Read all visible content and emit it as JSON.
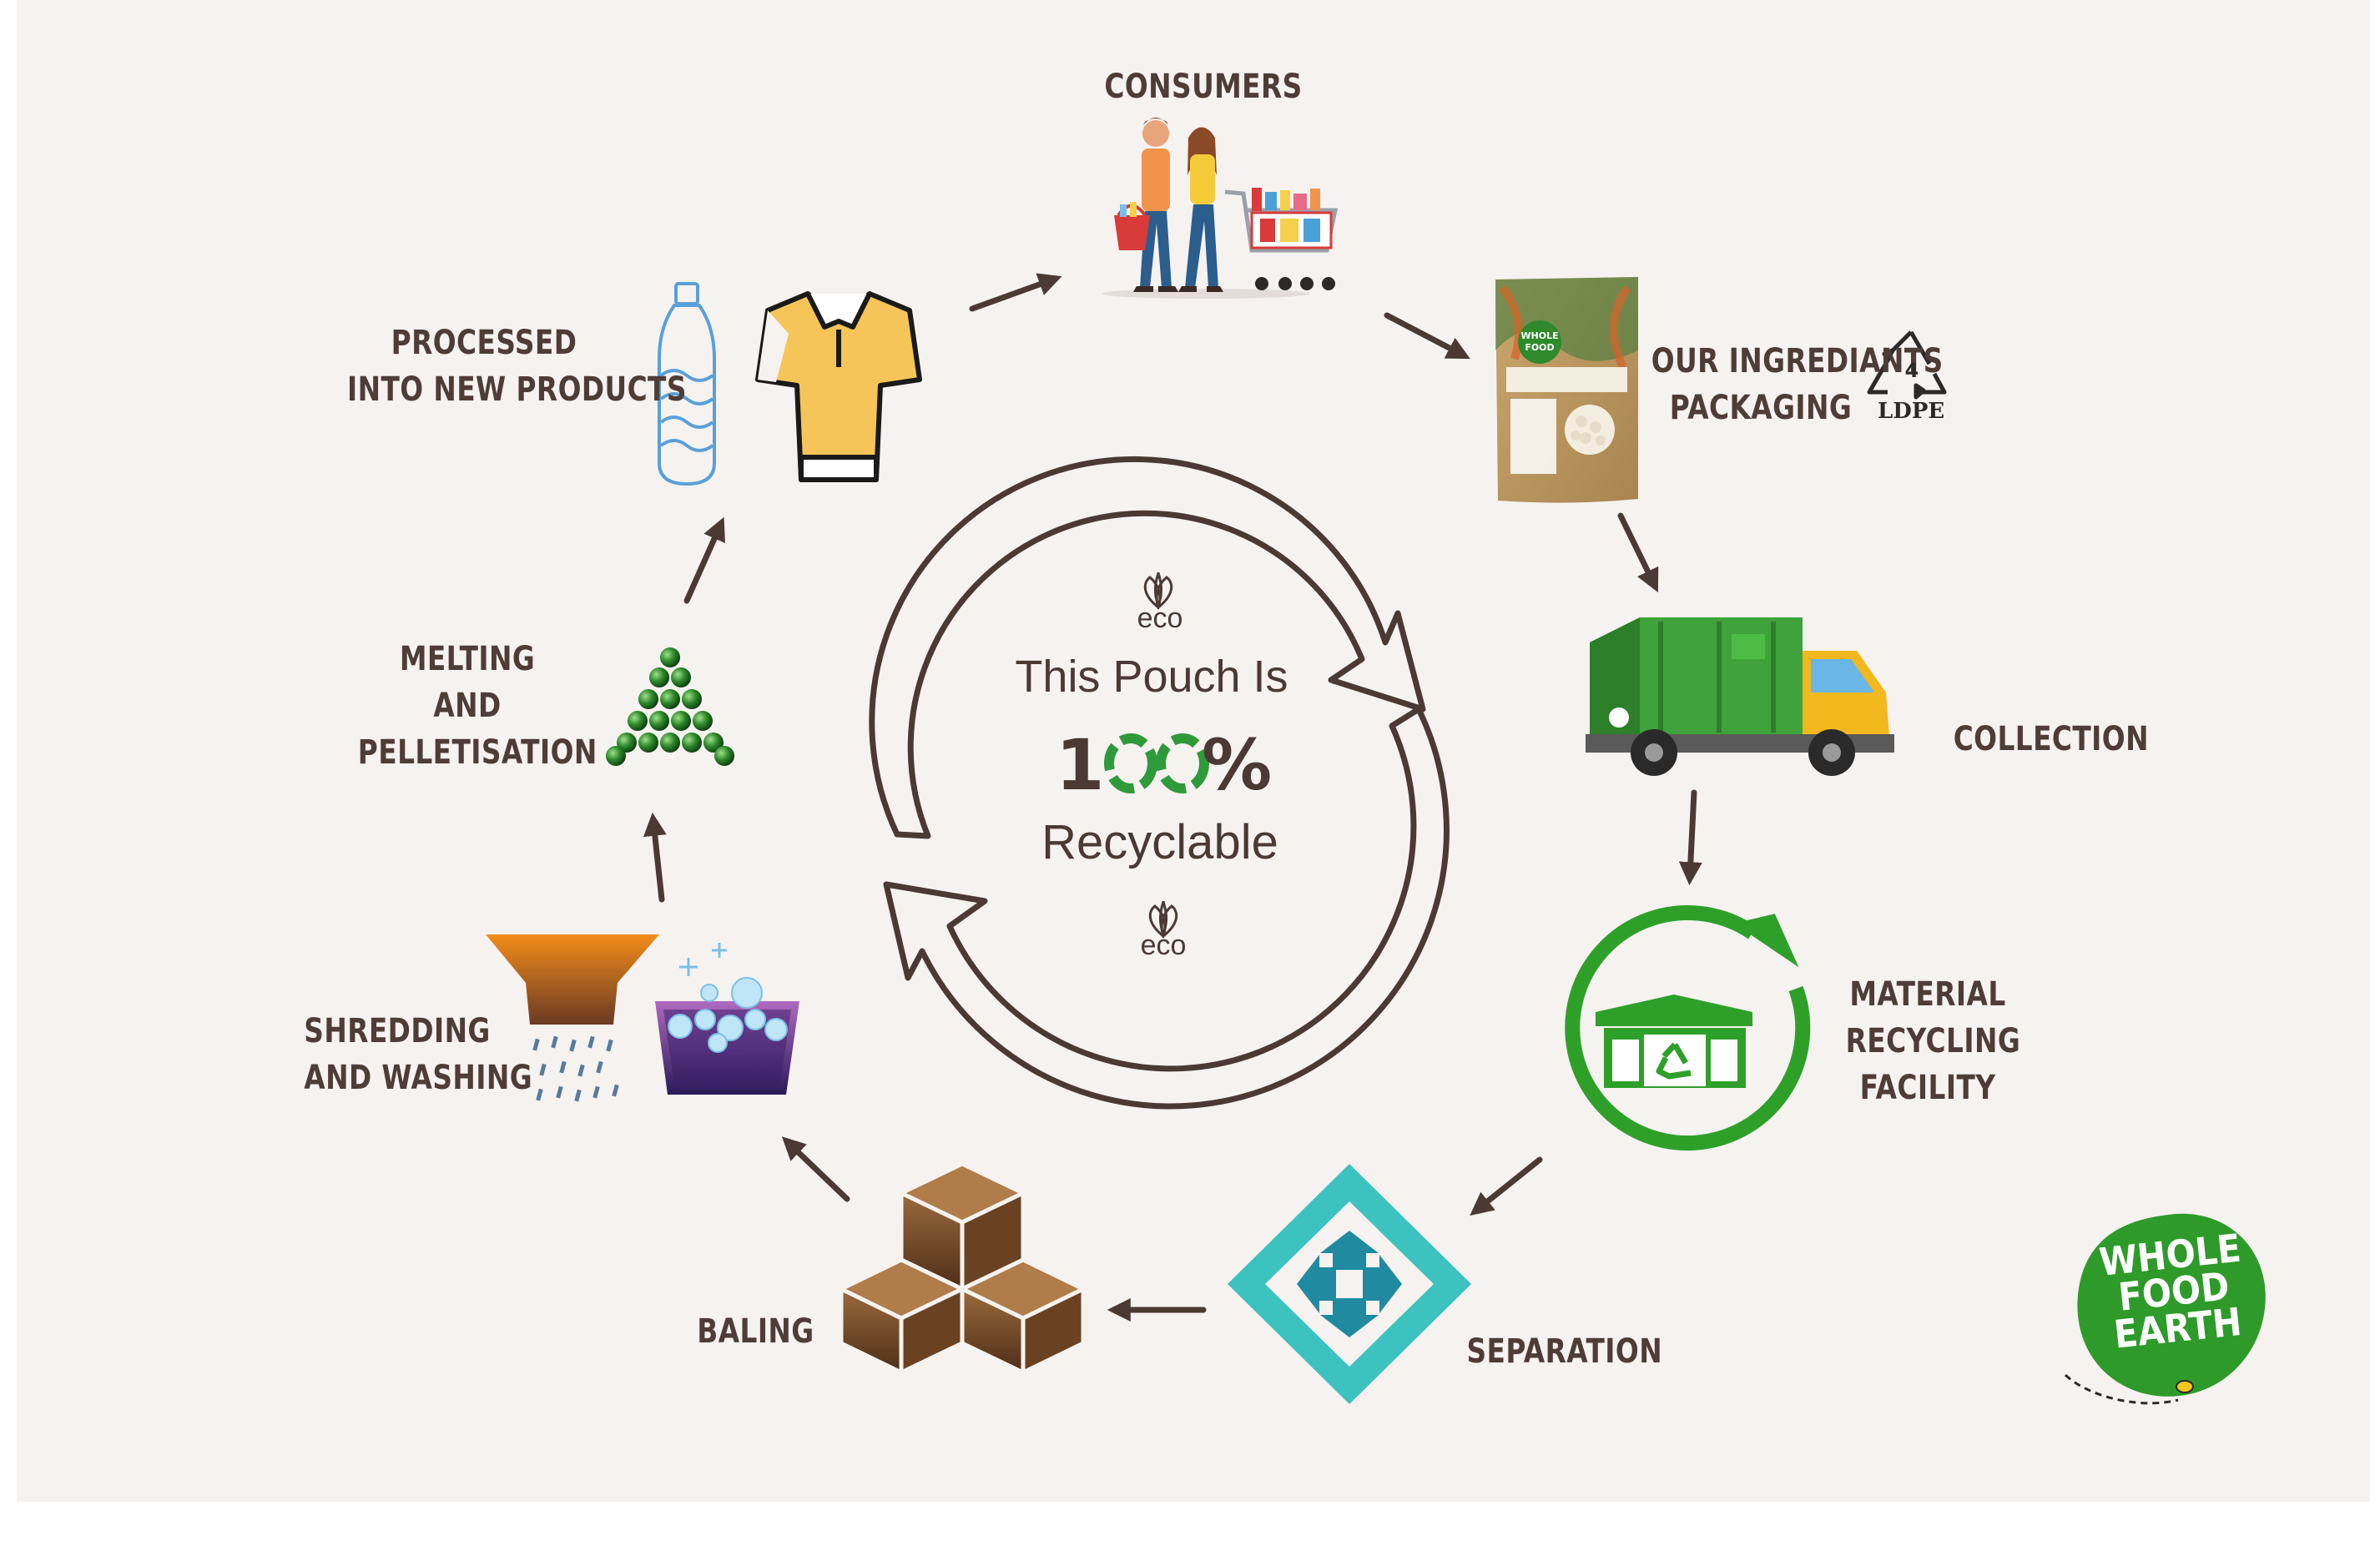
{
  "stages": {
    "consumers": "CONSUMERS",
    "packaging_line1": "OUR INGREDIANTS",
    "packaging_line2": "PACKAGING",
    "collection": "COLLECTION",
    "facility_line1": "MATERIAL",
    "facility_line2": "RECYCLING",
    "facility_line3": "FACILITY",
    "separation": "SEPARATION",
    "baling": "BALING",
    "shredding_line1": "SHREDDING",
    "shredding_line2": "AND WASHING",
    "melting_line1": "MELTING",
    "melting_line2": "AND",
    "melting_line3": "PELLETISATION",
    "processed_line1": "PROCESSED",
    "processed_line2": "INTO NEW PRODUCTS"
  },
  "center": {
    "line1": "This Pouch Is",
    "percent_1": "1",
    "percent_sign": "%",
    "line3": "Recyclable",
    "eco_top": "eco",
    "eco_bottom": "eco"
  },
  "recycle_code": {
    "number": "4",
    "material": "LDPE"
  },
  "brand": {
    "line1": "WHOLE",
    "line2": "FOOD",
    "line3": "EARTH"
  },
  "colors": {
    "background": "#f6f2f0",
    "text": "#4e3d36",
    "green": "#2ea02a",
    "teal": "#3cc3bf",
    "brown": "#7a5230"
  }
}
